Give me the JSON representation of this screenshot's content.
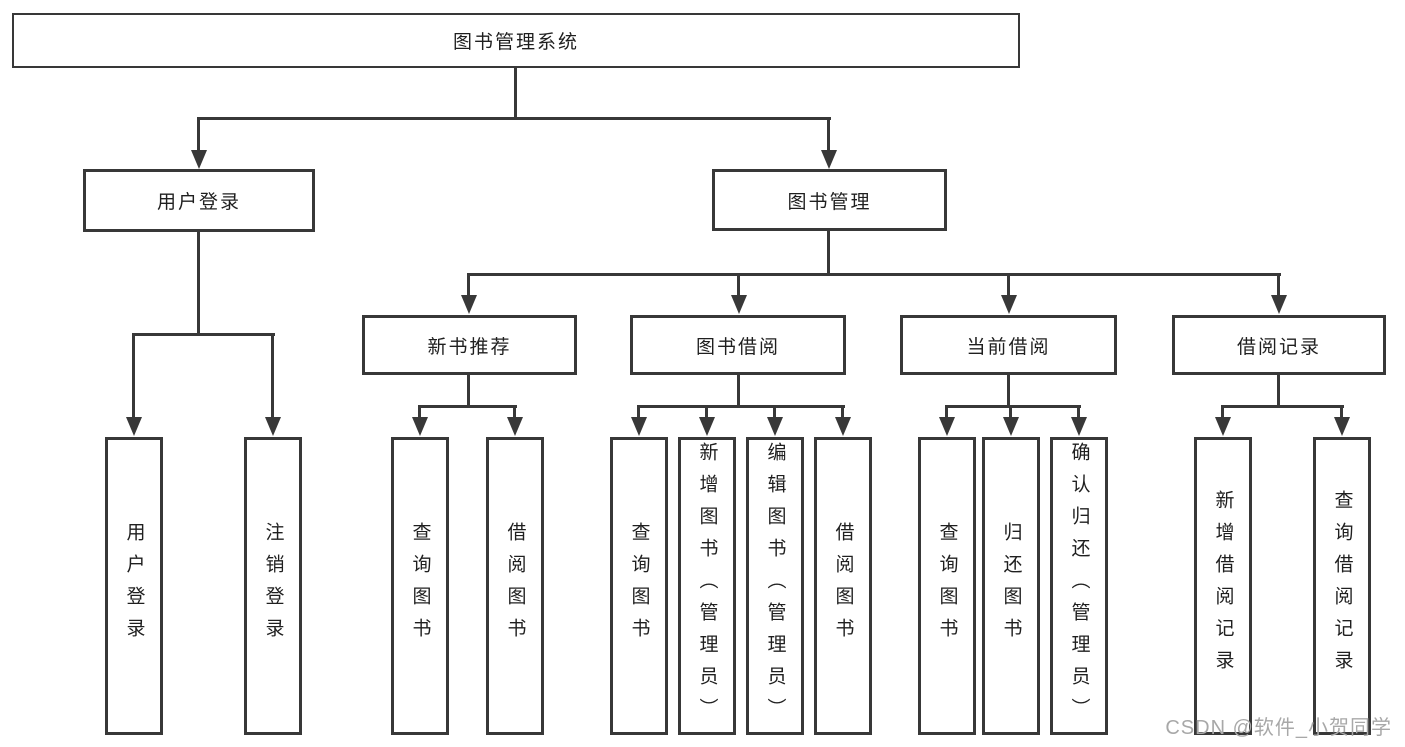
{
  "diagram": {
    "type": "tree",
    "root": {
      "label": "图书管理系统",
      "children": [
        {
          "label": "用户登录",
          "children": [
            {
              "label": "用户登录"
            },
            {
              "label": "注销登录"
            }
          ]
        },
        {
          "label": "图书管理",
          "children": [
            {
              "label": "新书推荐",
              "children": [
                {
                  "label": "查询图书"
                },
                {
                  "label": "借阅图书"
                }
              ]
            },
            {
              "label": "图书借阅",
              "children": [
                {
                  "label": "查询图书"
                },
                {
                  "label": "新增图书（管理员）"
                },
                {
                  "label": "编辑图书（管理员）"
                },
                {
                  "label": "借阅图书"
                }
              ]
            },
            {
              "label": "当前借阅",
              "children": [
                {
                  "label": "查询图书"
                },
                {
                  "label": "归还图书"
                },
                {
                  "label": "确认归还（管理员）"
                }
              ]
            },
            {
              "label": "借阅记录",
              "children": [
                {
                  "label": "新增借阅记录"
                },
                {
                  "label": "查询借阅记录"
                }
              ]
            }
          ]
        }
      ]
    }
  },
  "watermark": {
    "text": "CSDN @软件_小贺同学"
  },
  "colors": {
    "line": "#383838",
    "text": "#1f1f1f",
    "watermark_text": "#a8a8a8",
    "background": "#ffffff"
  }
}
